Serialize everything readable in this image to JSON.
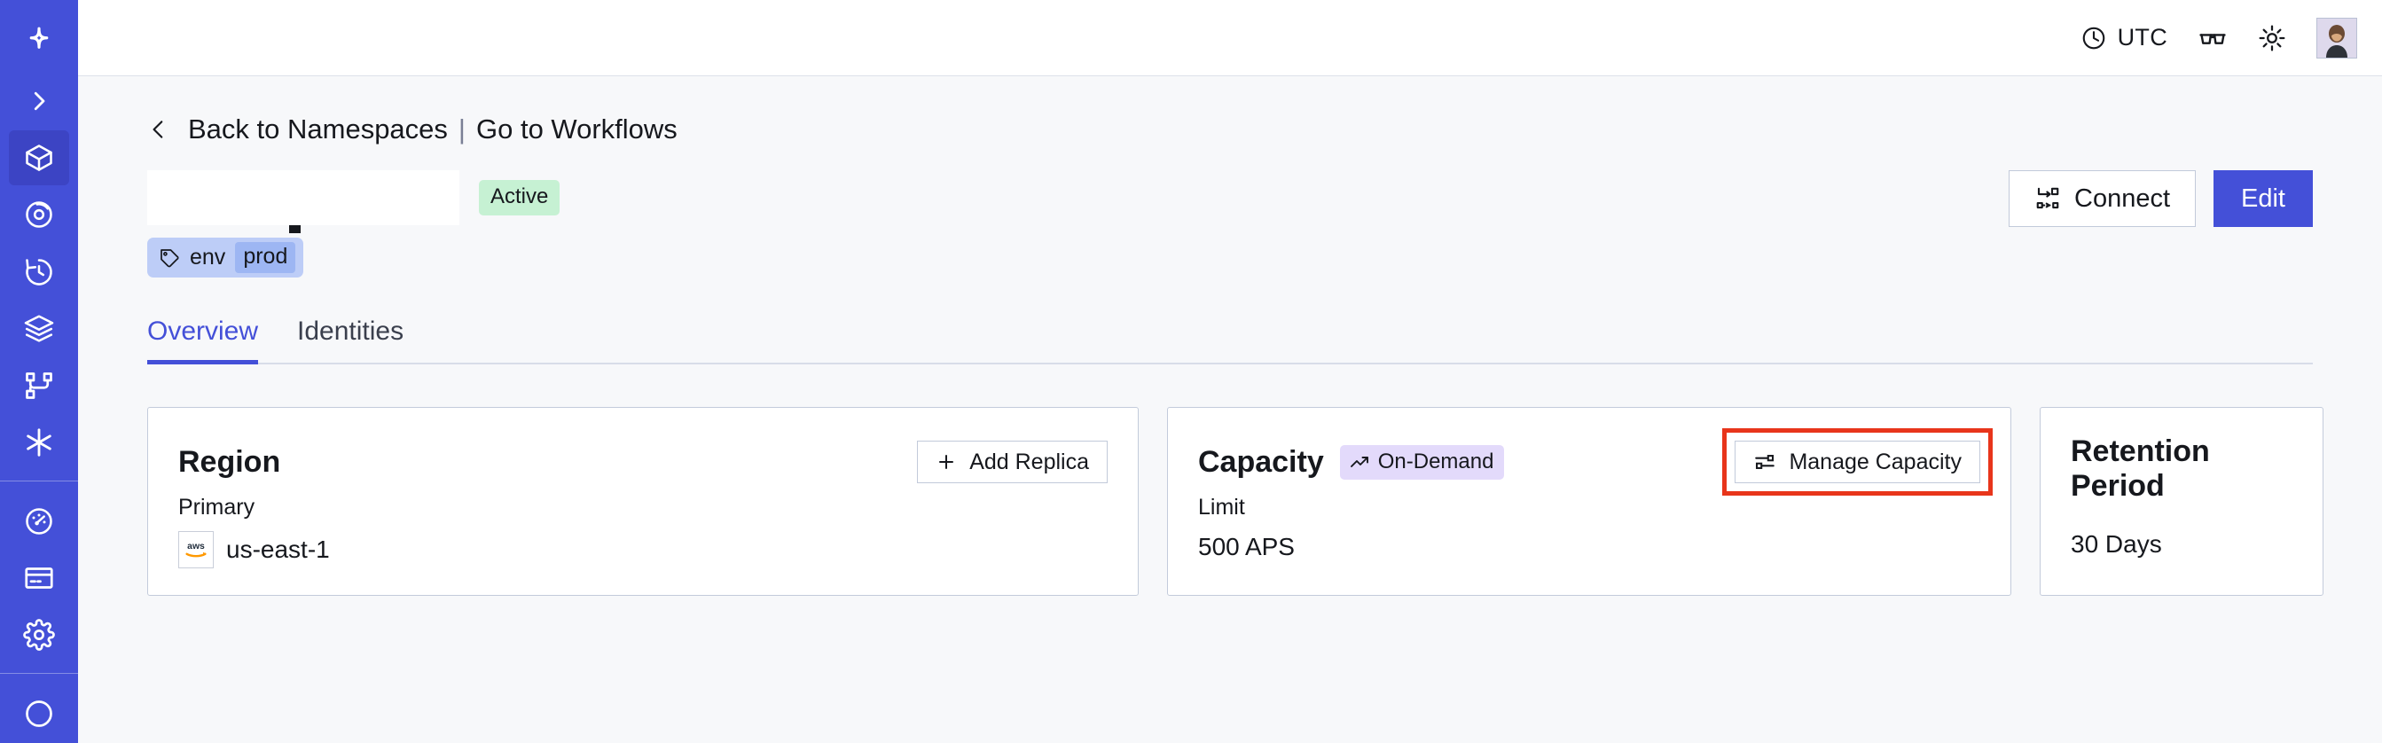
{
  "app": {
    "accent_color": "#4450d8",
    "sidebar_bg": "#4450d8",
    "page_bg": "#f7f8fa",
    "highlight_color": "#e8351b"
  },
  "sidebar": {
    "logo_icon": "sparkle-logo-icon",
    "expand_icon": "chevron-right-icon",
    "items": [
      {
        "icon": "cube-icon",
        "name": "namespaces",
        "active": true
      },
      {
        "icon": "eye-spiral-icon",
        "name": "observability",
        "active": false
      },
      {
        "icon": "history-icon",
        "name": "history",
        "active": false
      },
      {
        "icon": "layers-icon",
        "name": "layers",
        "active": false
      },
      {
        "icon": "workflow-icon",
        "name": "workflows",
        "active": false
      },
      {
        "icon": "asterisk-icon",
        "name": "connectors",
        "active": false
      }
    ],
    "items_lower": [
      {
        "icon": "gauge-icon",
        "name": "usage",
        "active": false
      },
      {
        "icon": "credit-card-icon",
        "name": "billing",
        "active": false
      },
      {
        "icon": "gear-icon",
        "name": "settings",
        "active": false
      }
    ]
  },
  "topbar": {
    "timezone_label": "UTC",
    "clock_icon": "clock-icon",
    "glasses_icon": "glasses-icon",
    "theme_icon": "sun-icon",
    "avatar_icon": "user-avatar"
  },
  "breadcrumb": {
    "back_icon": "chevron-left-icon",
    "back_label": "Back to Namespaces",
    "separator": "|",
    "link_label": "Go to Workflows"
  },
  "header": {
    "namespace_name": "",
    "status_badge": "Active",
    "tag": {
      "icon": "tag-icon",
      "key": "env",
      "value": "prod"
    },
    "connect_label": "Connect",
    "connect_icon": "connect-icon",
    "edit_label": "Edit"
  },
  "tabs": [
    {
      "label": "Overview",
      "active": true
    },
    {
      "label": "Identities",
      "active": false
    }
  ],
  "cards": {
    "region": {
      "title": "Region",
      "action_label": "Add Replica",
      "action_icon": "plus-icon",
      "label": "Primary",
      "provider_icon": "aws-logo-icon",
      "value": "us-east-1"
    },
    "capacity": {
      "title": "Capacity",
      "badge_label": "On-Demand",
      "badge_icon": "trend-up-icon",
      "action_label": "Manage Capacity",
      "action_icon": "sliders-icon",
      "action_highlighted": true,
      "label": "Limit",
      "value": "500 APS"
    },
    "retention": {
      "title": "Retention Period",
      "value": "30 Days"
    }
  }
}
